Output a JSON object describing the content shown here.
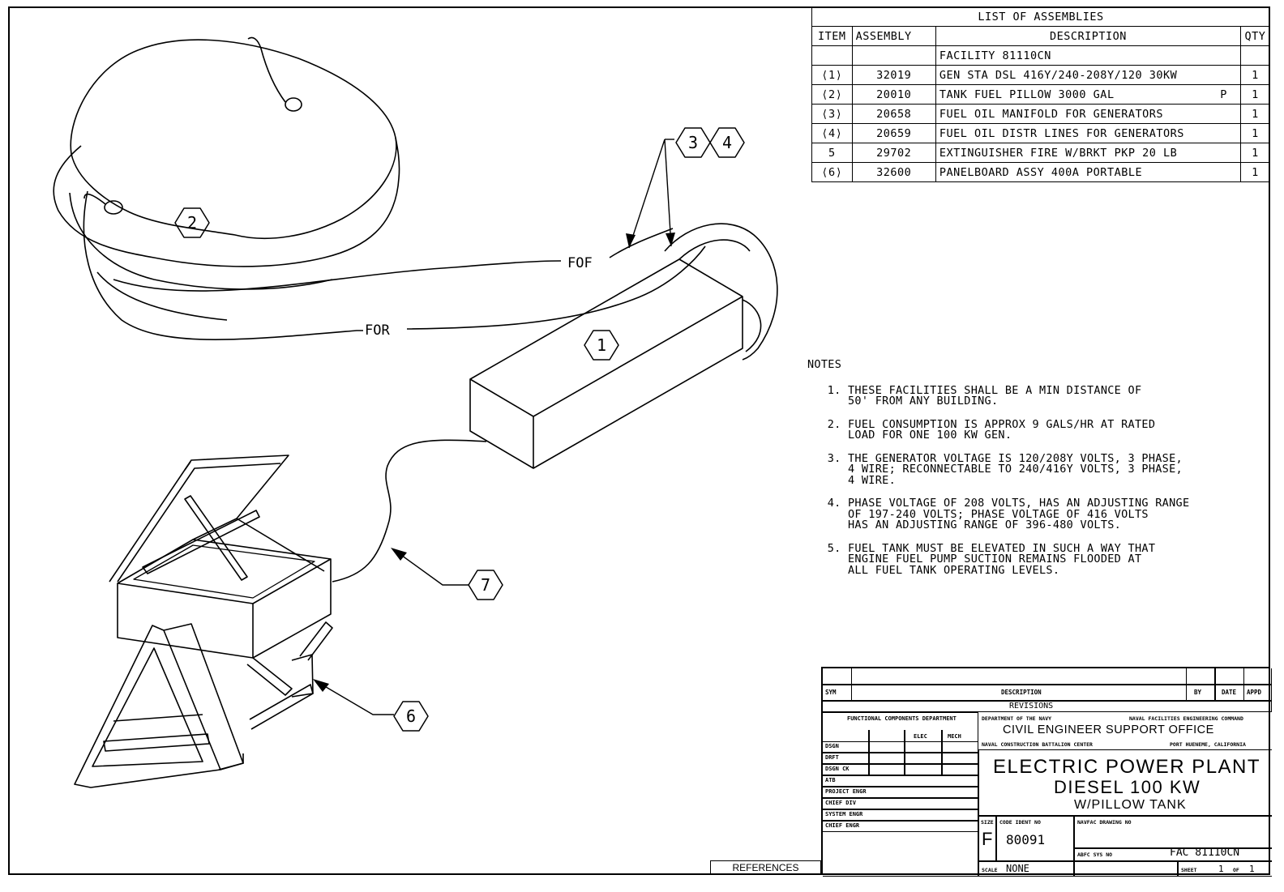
{
  "assemblies": {
    "title": "LIST OF ASSEMBLIES",
    "headers": {
      "item": "ITEM",
      "assembly": "ASSEMBLY",
      "description": "DESCRIPTION",
      "qty": "QTY"
    },
    "facility_row": "FACILITY 81110CN",
    "rows": [
      {
        "item": "1",
        "assembly": "32019",
        "description": "GEN STA DSL 416Y/240-208Y/120 30KW",
        "flag": "",
        "qty": "1"
      },
      {
        "item": "2",
        "assembly": "20010",
        "description": "TANK FUEL PILLOW 3000 GAL",
        "flag": "P",
        "qty": "1"
      },
      {
        "item": "3",
        "assembly": "20658",
        "description": "FUEL OIL MANIFOLD FOR GENERATORS",
        "flag": "",
        "qty": "1"
      },
      {
        "item": "4",
        "assembly": "20659",
        "description": "FUEL OIL DISTR LINES FOR GENERATORS",
        "flag": "",
        "qty": "1"
      },
      {
        "item": "5",
        "assembly": "29702",
        "description": "EXTINGUISHER FIRE W/BRKT PKP 20 LB",
        "flag": "",
        "qty": "1"
      },
      {
        "item": "6",
        "assembly": "32600",
        "description": "PANELBOARD ASSY 400A PORTABLE",
        "flag": "",
        "qty": "1"
      }
    ]
  },
  "drawing": {
    "callouts": {
      "c1": "1",
      "c2": "2",
      "c3": "3",
      "c4": "4",
      "c6": "6",
      "c7": "7"
    },
    "line_labels": {
      "fof": "FOF",
      "for": "FOR"
    }
  },
  "notes": {
    "heading": "NOTES",
    "items": [
      "THESE FACILITIES SHALL BE A MIN DISTANCE OF\n50' FROM ANY BUILDING.",
      "FUEL CONSUMPTION IS APPROX 9 GALS/HR AT RATED\nLOAD FOR ONE 100 KW GEN.",
      "THE GENERATOR VOLTAGE IS 120/208Y VOLTS, 3 PHASE,\n4 WIRE; RECONNECTABLE TO 240/416Y VOLTS, 3 PHASE,\n4 WIRE.",
      "PHASE VOLTAGE OF 208 VOLTS, HAS AN ADJUSTING RANGE\nOF 197-240 VOLTS; PHASE VOLTAGE OF 416 VOLTS\nHAS AN ADJUSTING RANGE OF 396-480 VOLTS.",
      "FUEL TANK MUST BE ELEVATED IN SUCH A WAY THAT\nENGINE FUEL PUMP SUCTION REMAINS FLOODED AT\nALL FUEL TANK OPERATING LEVELS."
    ]
  },
  "title_block": {
    "sym": "SYM",
    "description": "DESCRIPTION",
    "by": "BY",
    "date": "DATE",
    "appd": "APPD",
    "revisions": "REVISIONS",
    "functional_components": "FUNCTIONAL COMPONENTS DEPARTMENT",
    "elec": "ELEC",
    "mech": "MECH",
    "dept_navy": "DEPARTMENT OF THE NAVY",
    "navfac": "NAVAL FACILITIES ENGINEERING COMMAND",
    "office": "CIVIL ENGINEER SUPPORT OFFICE",
    "cbc": "NAVAL CONSTRUCTION BATTALION CENTER",
    "location": "PORT HUENEME, CALIFORNIA",
    "title_line1": "ELECTRIC POWER PLANT",
    "title_line2": "DIESEL 100 KW",
    "title_line3": "W/PILLOW TANK",
    "left_rows": [
      "DSGN",
      "DRFT",
      "DSGN CK",
      "ATB",
      "PROJECT ENGR",
      "CHIEF DIV",
      "SYSTEM ENGR",
      "CHIEF ENGR"
    ],
    "size_label": "SIZE",
    "size": "F",
    "code_label": "CODE IDENT NO",
    "code": "80091",
    "navfac_label": "NAVFAC DRAWING NO",
    "abfc_label": "ABFC SYS NO",
    "drawing_no": "FAC 81110CN",
    "scale_label": "SCALE",
    "scale": "NONE",
    "sheet_label": "SHEET",
    "sheet": "1",
    "of_label": "OF",
    "of": "1"
  },
  "references": "REFERENCES"
}
